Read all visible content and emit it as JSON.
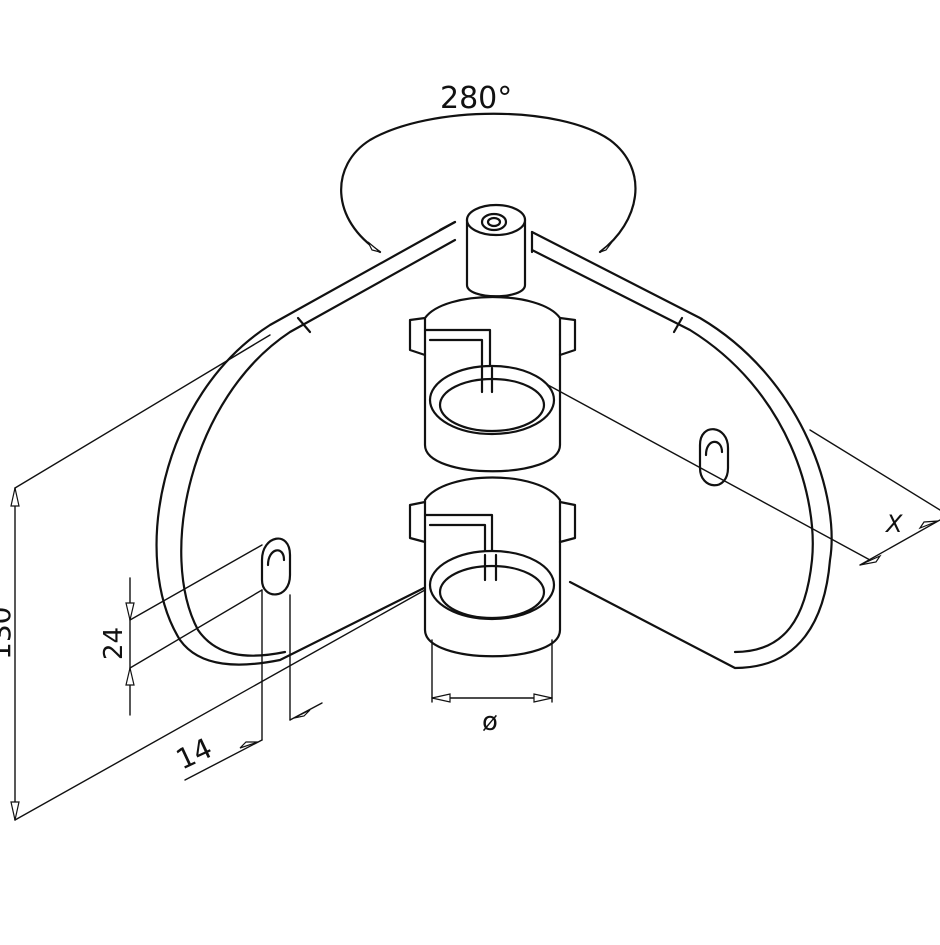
{
  "labels": {
    "angle": "280°",
    "dimension_x": "X",
    "slot_length": "24",
    "slot_width": "14",
    "height": "130",
    "diameter": "ø"
  }
}
